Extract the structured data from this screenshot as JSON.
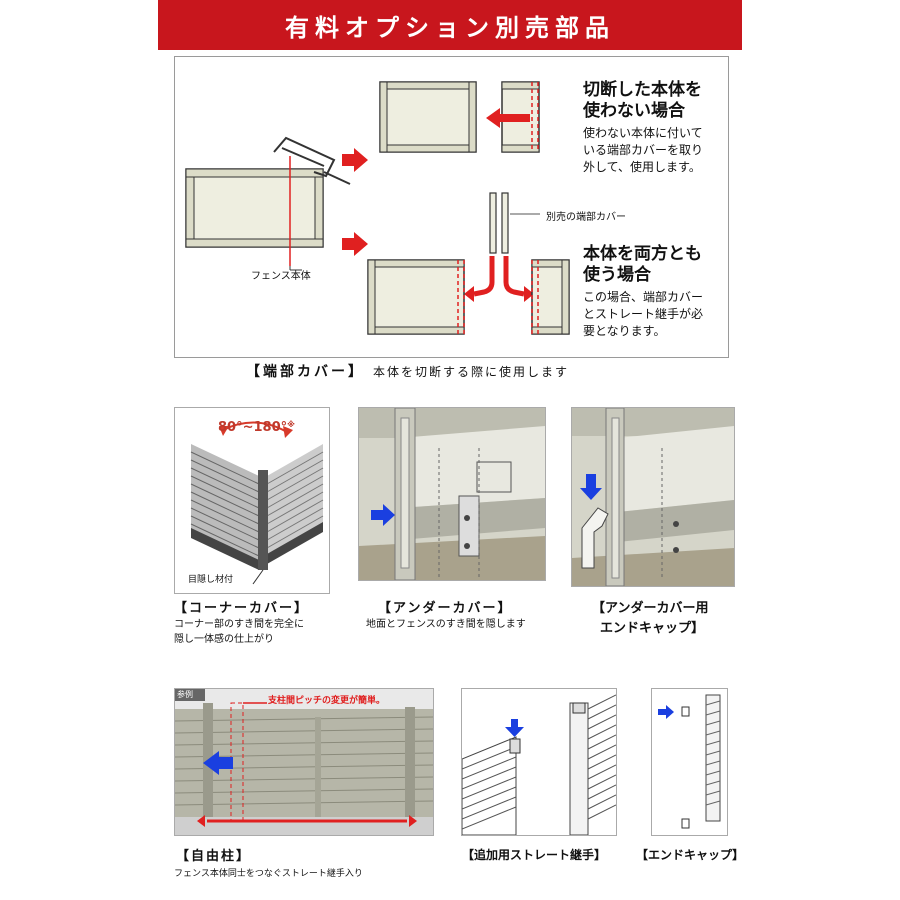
{
  "banner": {
    "title": "有料オプション別売部品"
  },
  "top_diagram": {
    "case1_title_l1": "切断した本体を",
    "case1_title_l2": "使わない場合",
    "case1_body_l1": "使わない本体に付いて",
    "case1_body_l2": "いる端部カバーを取り",
    "case1_body_l3": "外して、使用します。",
    "sold_separately_label": "別売の端部カバー",
    "fence_body_label": "フェンス本体",
    "case2_title_l1": "本体を両方とも",
    "case2_title_l2": "使う場合",
    "case2_body_l1": "この場合、端部カバー",
    "case2_body_l2": "とストレート継手が必",
    "case2_body_l3": "要となります。",
    "caption_main": "【端部カバー】",
    "caption_sub": "本体を切断する際に使用します"
  },
  "middle_row": {
    "corner": {
      "angle_label": "80°~180°",
      "angle_note": "※",
      "panel_label": "目隠し材付",
      "title": "【コーナーカバー】",
      "desc_l1": "コーナー部のすき間を完全に",
      "desc_l2": "隠し一体感の仕上がり"
    },
    "under": {
      "title": "【アンダーカバー】",
      "desc": "地面とフェンスのすき間を隠します"
    },
    "endcap": {
      "title_l1": "【アンダーカバー用",
      "title_l2": "エンドキャップ】"
    }
  },
  "bottom_row": {
    "free_post": {
      "tag": "参例",
      "callout": "支柱間ピッチの変更が簡単。",
      "title": "【自由柱】",
      "desc": "フェンス本体同士をつなぐストレート継手入り"
    },
    "joint": {
      "title": "【追加用ストレート継手】"
    },
    "endcap2": {
      "title": "【エンドキャップ】"
    }
  },
  "colors": {
    "banner_red": "#c8161d",
    "arrow_red": "#e02020",
    "arrow_blue": "#1a3fe0",
    "panel_fill": "#eeeee0"
  }
}
